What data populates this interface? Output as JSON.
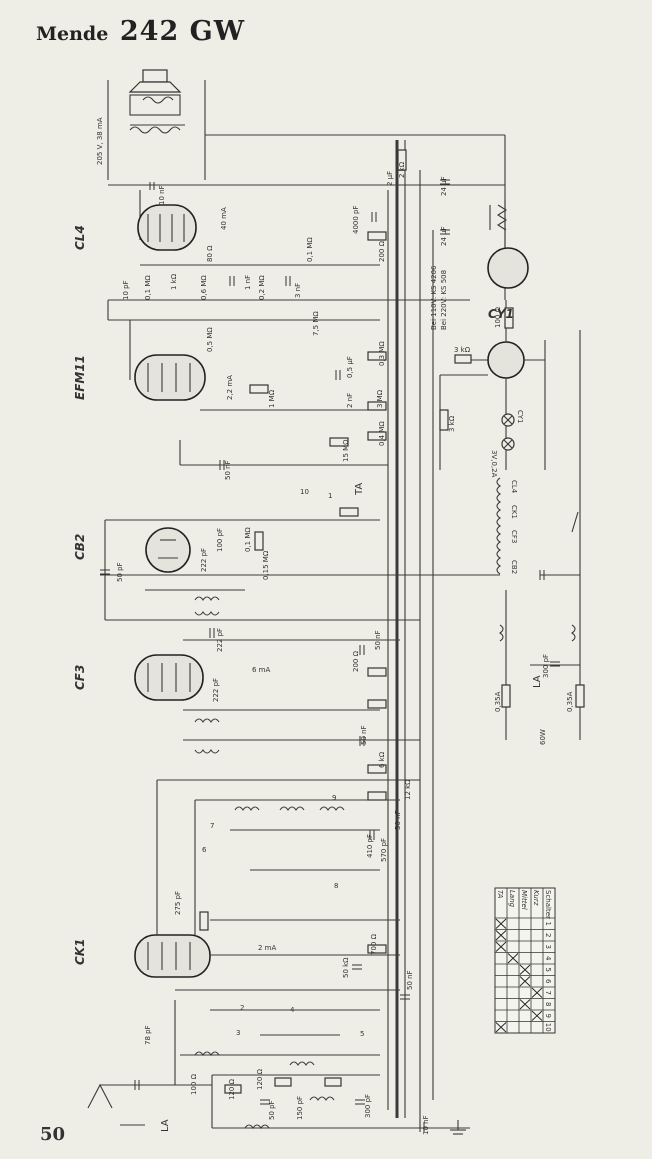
{
  "header": {
    "brand": "Mende",
    "model": "242 GW"
  },
  "page_number": "50",
  "tubes": [
    {
      "id": "cl4",
      "label": "CL4",
      "current": "40 mA"
    },
    {
      "id": "efm11",
      "label": "EFM11",
      "current": "2,2 mA"
    },
    {
      "id": "cb2",
      "label": "CB2"
    },
    {
      "id": "cf3",
      "label": "CF3",
      "current": "6 mA"
    },
    {
      "id": "ck1",
      "label": "CK1",
      "current": "2 mA"
    },
    {
      "id": "cy1",
      "label": "CY1"
    }
  ],
  "speaker": {
    "label": "205 V, 38 mA"
  },
  "rectifier_note": {
    "line1": "Bei 110V: KS 4206",
    "line2": "Bei 220V: KS 508"
  },
  "filaments": [
    "CK1",
    "CF3",
    "CB2",
    "CL4",
    "CY1"
  ],
  "pilot": "3V,0,2A",
  "fuses": [
    "0,35A",
    "0,35A"
  ],
  "power": "60W",
  "antenna": "LA",
  "component_labels": {
    "cap_10nF_top": "10 nF",
    "cap_2uF": "2 µF",
    "res_2kOhm": "2 kΩ",
    "cap_24uF_a": "24 µF",
    "cap_24uF_b": "24 µF",
    "cap_4000pF": "4000 pF",
    "res_200Ohm": "200 Ω",
    "res_100Ohm": "100 Ω",
    "res_3kOhm_a": "3 kΩ",
    "res_3kOhm_b": "3 kΩ",
    "res_0_1M_a": "0,1 MΩ",
    "res_0_1M_b": "0,1 MΩ",
    "res_0_6M": "0,6 MΩ",
    "res_1kOhm": "1 kΩ",
    "res_80Ohm": "80 Ω",
    "cap_10pF": "10 pF",
    "cap_1nF": "1 nF",
    "res_0_2M": "0,2 MΩ",
    "cap_3nF": "3 nF",
    "res_7_5M": "7,5 MΩ",
    "res_0_5M": "0,5 MΩ",
    "cap_0_5uF": "0,5 µF",
    "res_0_3M": "0,3 MΩ",
    "cap_2nF": "2 nF",
    "res_3MOhm": "3 MΩ",
    "res_1MOhm": "1 MΩ",
    "res_15M": "15 MΩ",
    "cap_50nF_a": "50 nF",
    "res_0_4M": "0,4 MΩ",
    "cap_50pF": "50 pF",
    "cap_100pF_a": "100 pF",
    "cap_222pF_a": "222 pF",
    "res_0_1M_c": "0,1 MΩ",
    "res_0_15M": "0,15 MΩ",
    "cap_222pF_b": "222 pF",
    "cap_222pF_c": "222 pF",
    "res_200Ohm_b": "200 Ω",
    "cap_50nF_b": "50 nF",
    "cap_50nF_c": "50 nF",
    "cap_300pF": "300 pF",
    "res_6kOhm": "6 kΩ",
    "res_12kOhm": "12 kΩ",
    "cap_410pF": "410 pF",
    "cap_570pF": "570 pF",
    "cap_275pF": "275 pF",
    "cap_50nF_d": "50 nF",
    "res_50kOhm": "50 kΩ",
    "res_700Ohm": "700 Ω",
    "cap_50nF_e": "50 nF",
    "cap_78pF": "78 pF",
    "cap_10nF_bot": "10 nF",
    "cap_300pF_b": "300 pF",
    "cap_50pF_b": "50 pF",
    "cap_150pF": "150 pF",
    "res_120Ohm_a": "120 Ω",
    "res_120Ohm_b": "120 Ω",
    "res_100Ohm_b": "100 Ω",
    "ta": "TA",
    "switch_1": "1",
    "switch_2": "2",
    "switch_3": "3",
    "switch_4": "4",
    "switch_5": "5",
    "switch_6": "6",
    "switch_7": "7",
    "switch_8": "8",
    "switch_9": "9",
    "switch_10": "10"
  },
  "switch_table": {
    "header": [
      "Schalter",
      "1",
      "2",
      "3",
      "4",
      "5",
      "6",
      "7",
      "8",
      "9",
      "10"
    ],
    "rows": [
      {
        "label": "Kurz",
        "marks": [
          false,
          false,
          false,
          false,
          false,
          false,
          true,
          false,
          true,
          false
        ]
      },
      {
        "label": "Mittel",
        "marks": [
          false,
          false,
          false,
          false,
          true,
          true,
          false,
          true,
          false,
          false
        ]
      },
      {
        "label": "Lang",
        "marks": [
          false,
          false,
          false,
          true,
          false,
          false,
          false,
          false,
          false,
          false
        ]
      },
      {
        "label": "TA",
        "marks": [
          true,
          true,
          true,
          false,
          false,
          false,
          false,
          false,
          false,
          true
        ]
      }
    ]
  }
}
